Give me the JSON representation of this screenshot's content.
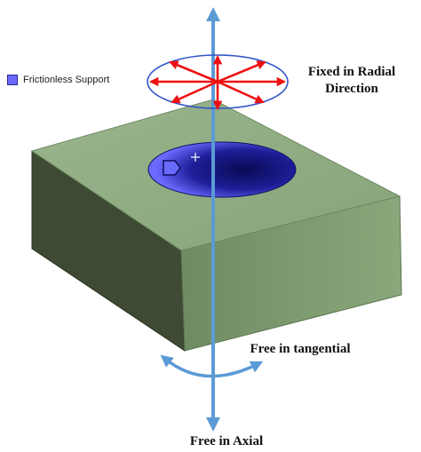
{
  "legend": {
    "label": "Frictionless Support",
    "swatch_color": "#6a6aff"
  },
  "annotations": {
    "radial_line1": "Fixed in Radial",
    "radial_line2": "Direction",
    "tangential": "Free in tangential",
    "axial": "Free in Axial"
  },
  "colors": {
    "block_top": "#8ea882",
    "block_left": "#3f4a35",
    "block_front": "#7c9a6d",
    "hole": "#2424aa",
    "axis_arrow": "#5b9bd5",
    "radial_arrows": "#ee1111",
    "radial_ellipse": "#3355cc"
  },
  "icons": [
    "probe-marker-icon",
    "crosshair-icon"
  ]
}
